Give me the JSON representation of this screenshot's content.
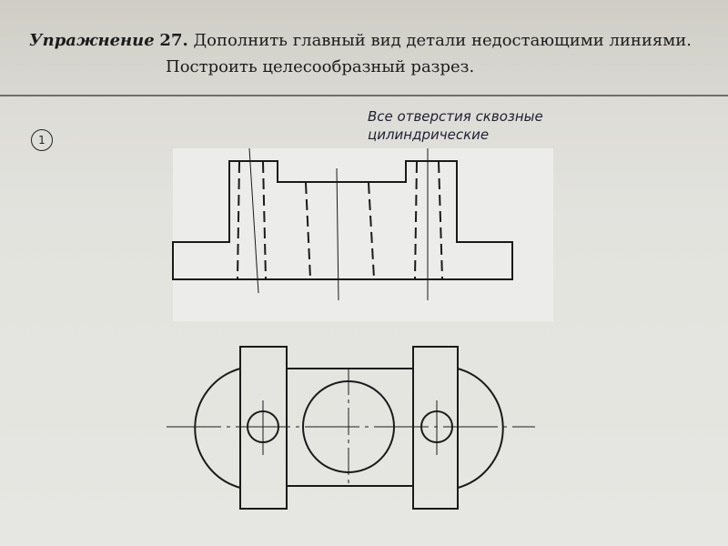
{
  "exercise": {
    "label": "Упражнение",
    "number": "27.",
    "instruction_line1": "Дополнить главный вид детали недостающими линиями.",
    "instruction_line2": "Построить целесообразный разрез."
  },
  "task_number": "1",
  "note": "Все отверстия сквозные цилиндрические",
  "colors": {
    "ink": "#1a1a1a",
    "paper": "#e3e3de",
    "highlight": "#ececea"
  }
}
